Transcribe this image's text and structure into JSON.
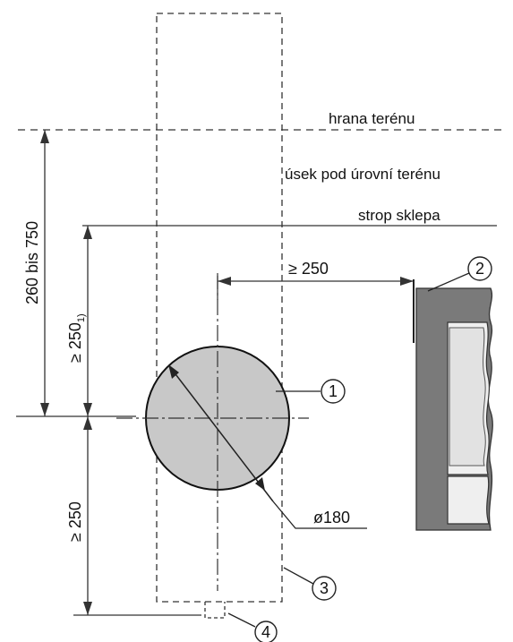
{
  "title_fragment": "",
  "labels": {
    "ground_edge": "hrana terénu",
    "below_ground": "úsek pod úrovní terénu",
    "basement_ceiling": "strop sklepa"
  },
  "dimensions": {
    "total_height": "260 bis 750",
    "above_center": "≥ 250",
    "above_center_note": "1)",
    "below_center": "≥ 250",
    "wall_distance": "≥ 250",
    "diameter": "ø180"
  },
  "callouts": [
    "1",
    "2",
    "3",
    "4"
  ]
}
